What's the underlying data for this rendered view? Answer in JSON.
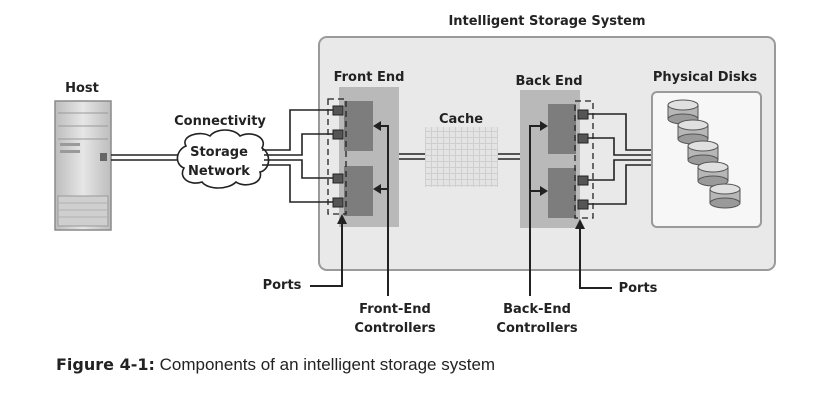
{
  "diagram": {
    "system_title": "Intelligent Storage System",
    "host_label": "Host",
    "connectivity_label": "Connectivity",
    "network_line1": "Storage",
    "network_line2": "Network",
    "front_end_label": "Front End",
    "cache_label": "Cache",
    "back_end_label": "Back End",
    "physical_disks_label": "Physical Disks",
    "ports_left_label": "Ports",
    "ports_right_label": "Ports",
    "front_end_controllers_line1": "Front-End",
    "front_end_controllers_line2": "Controllers",
    "back_end_controllers_line1": "Back-End",
    "back_end_controllers_line2": "Controllers"
  },
  "caption": {
    "label": "Figure 4-1:",
    "text": "Components of an intelligent storage system"
  }
}
